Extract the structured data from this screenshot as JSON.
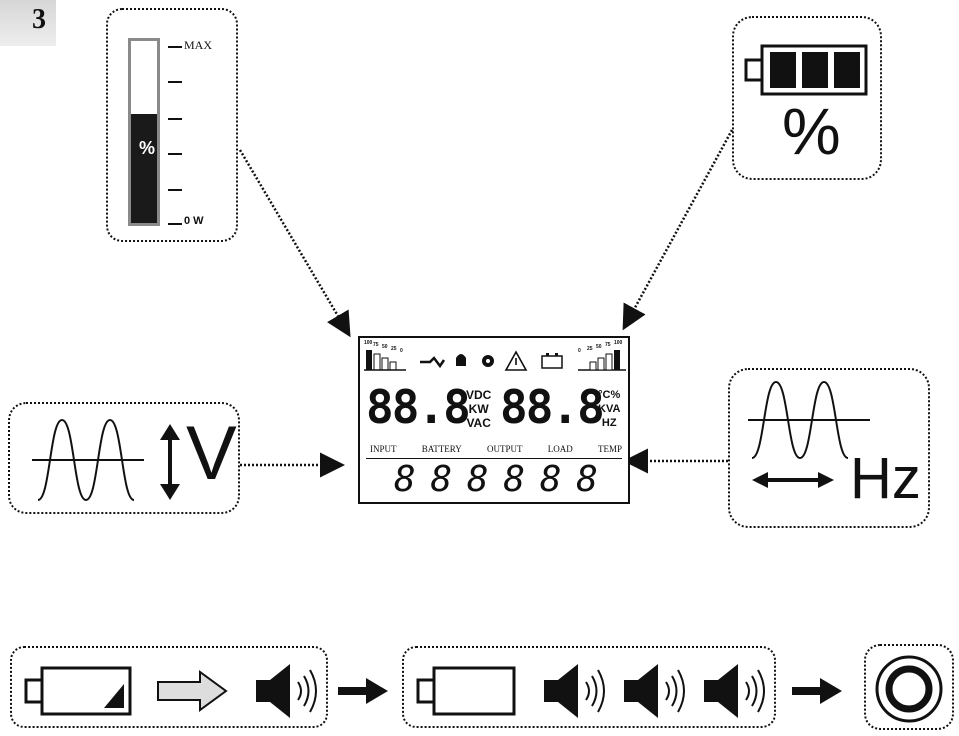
{
  "page_number": "3",
  "bar_gauge": {
    "max_label": "MAX",
    "min_label": "0 W",
    "percent_label": "%",
    "level": 0.6
  },
  "battery_panel": {
    "percent_symbol": "%",
    "bars_filled": 3,
    "bars_total": 3
  },
  "voltage_panel": {
    "unit": "V"
  },
  "frequency_panel": {
    "unit": "Hz"
  },
  "lcd": {
    "left_scale": [
      "100",
      "75",
      "50",
      "25",
      "0"
    ],
    "right_scale": [
      "0",
      "25",
      "50",
      "75",
      "100"
    ],
    "left_digits": "88.8",
    "right_digits": "88.8",
    "left_units": [
      "VDC",
      "KW",
      "VAC"
    ],
    "right_units": [
      "°C%",
      "KVA",
      "HZ"
    ],
    "labels": [
      "INPUT",
      "BATTERY",
      "OUTPUT",
      "LOAD",
      "TEMP"
    ],
    "bottom_digits": [
      "8",
      "8",
      "8",
      "8",
      "8",
      "8"
    ]
  },
  "sequence": {
    "colors": {
      "stroke": "#111111",
      "fill": "#ffffff",
      "arrow_fill": "#cccccc"
    }
  }
}
